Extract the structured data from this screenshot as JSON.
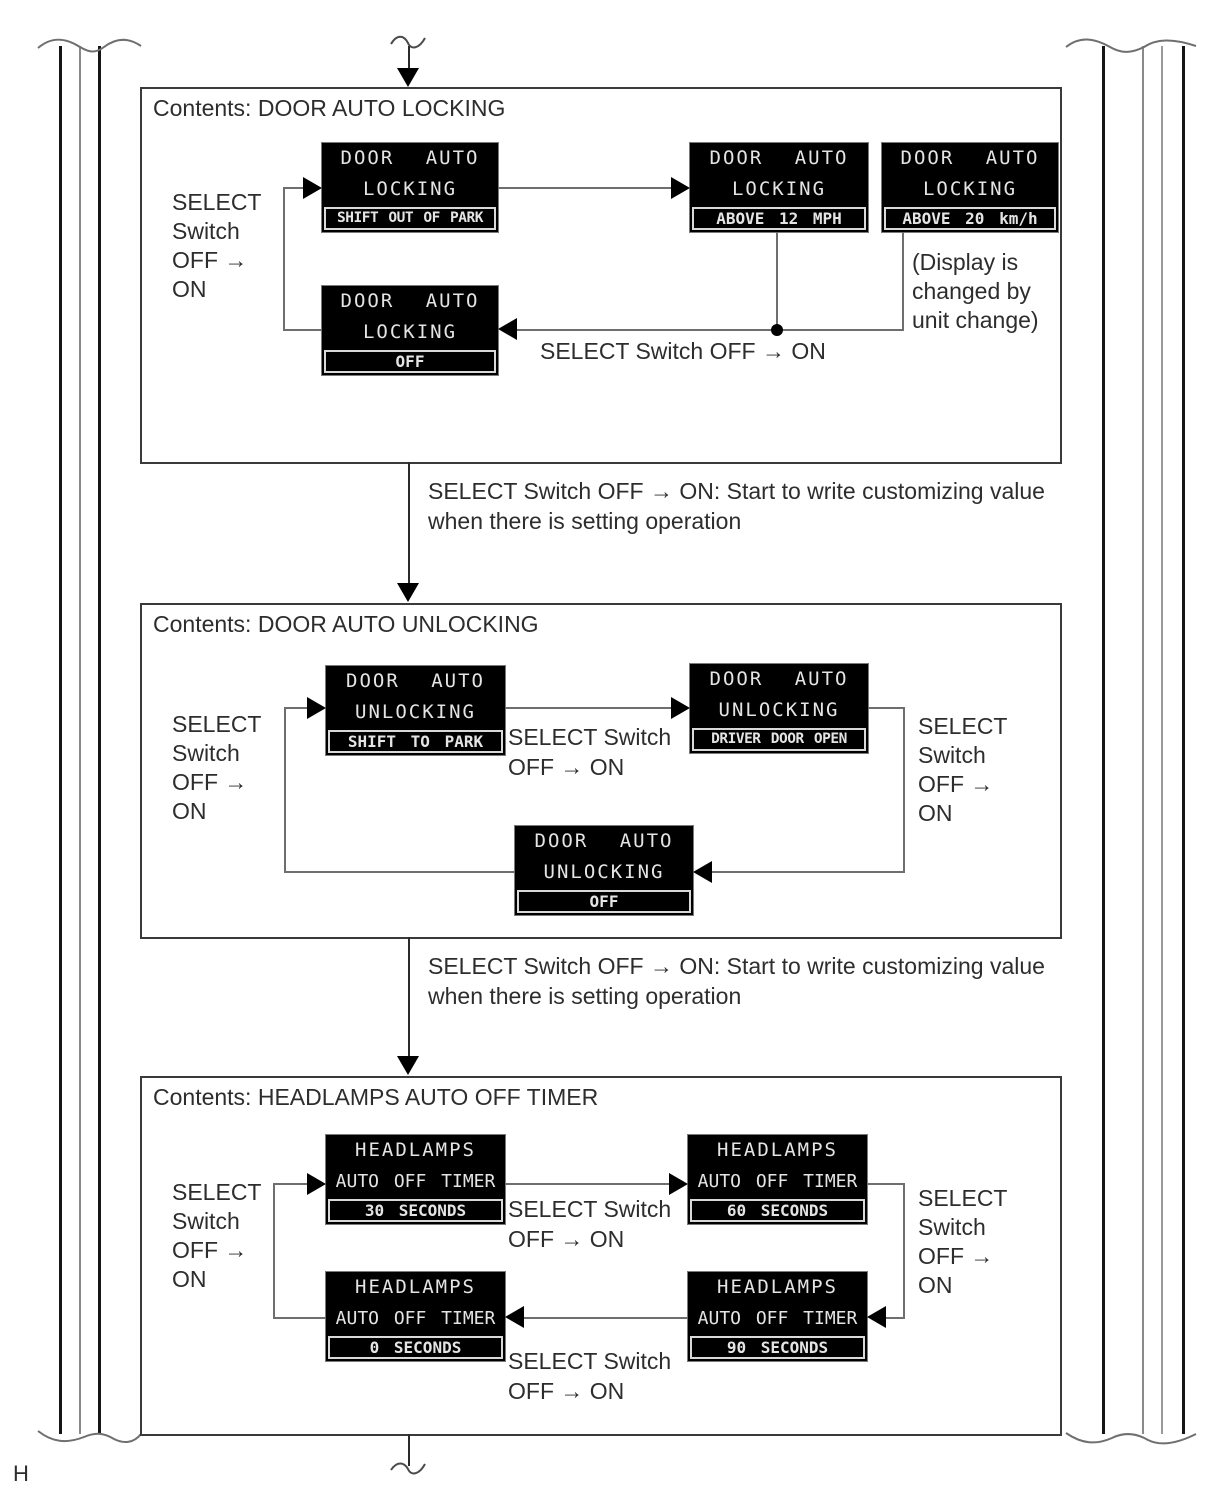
{
  "page": {
    "footer_letter": "H"
  },
  "colors": {
    "display_bg": "#000000",
    "display_fg": "#e4e4e4",
    "flow_line": "#6e6e6e",
    "box_border": "#3a3a3a",
    "text": "#2d2d2d"
  },
  "labels": {
    "select_switch_multiline": [
      "SELECT",
      "Switch",
      "OFF →",
      "ON"
    ],
    "select_switch_inline": "SELECT Switch OFF → ON",
    "select_switch_two_line": [
      "SELECT Switch",
      "OFF → ON"
    ],
    "start_write_lines": [
      "SELECT Switch OFF → ON: Start to write customizing value",
      "when there is setting operation"
    ]
  },
  "sections": [
    {
      "title": "Contents: DOOR AUTO LOCKING",
      "unit_note_lines": [
        "(Display is",
        "changed by",
        "unit change)"
      ],
      "displays": [
        {
          "name_lines": [
            "DOOR AUTO",
            "LOCKING"
          ],
          "value": "SHIFT OUT OF PARK"
        },
        {
          "name_lines": [
            "DOOR AUTO",
            "LOCKING"
          ],
          "value": "ABOVE 12 MPH"
        },
        {
          "name_lines": [
            "DOOR AUTO",
            "LOCKING"
          ],
          "value": "ABOVE 20 km/h"
        },
        {
          "name_lines": [
            "DOOR AUTO",
            "LOCKING"
          ],
          "value": "OFF"
        }
      ]
    },
    {
      "title": "Contents: DOOR AUTO UNLOCKING",
      "displays": [
        {
          "name_lines": [
            "DOOR AUTO",
            "UNLOCKING"
          ],
          "value": "SHIFT TO PARK"
        },
        {
          "name_lines": [
            "DOOR AUTO",
            "UNLOCKING"
          ],
          "value": "DRIVER DOOR OPEN"
        },
        {
          "name_lines": [
            "DOOR AUTO",
            "UNLOCKING"
          ],
          "value": "OFF"
        }
      ]
    },
    {
      "title": "Contents: HEADLAMPS AUTO OFF TIMER",
      "displays": [
        {
          "name_lines": [
            "HEADLAMPS",
            "AUTO OFF TIMER"
          ],
          "value": "30 SECONDS"
        },
        {
          "name_lines": [
            "HEADLAMPS",
            "AUTO OFF TIMER"
          ],
          "value": "60 SECONDS"
        },
        {
          "name_lines": [
            "HEADLAMPS",
            "AUTO OFF TIMER"
          ],
          "value": "90 SECONDS"
        },
        {
          "name_lines": [
            "HEADLAMPS",
            "AUTO OFF TIMER"
          ],
          "value": "0 SECONDS"
        }
      ]
    }
  ]
}
